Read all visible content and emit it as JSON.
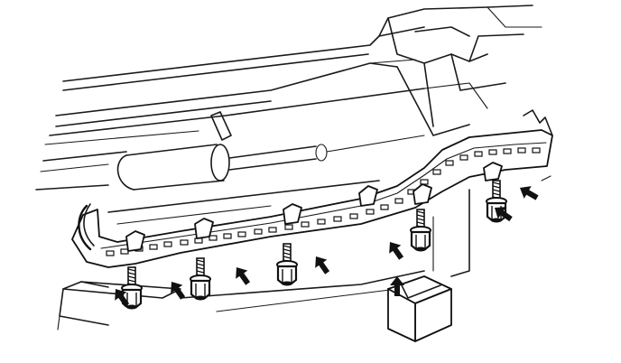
{
  "diagram": {
    "background": "#ffffff",
    "line_color": "#1a1a1a",
    "arrow_color": "#111111",
    "bolts": [
      {
        "name": "bolt-1",
        "icon": "hex-flange-bolt-icon"
      },
      {
        "name": "bolt-2",
        "icon": "hex-flange-bolt-icon"
      },
      {
        "name": "bolt-3",
        "icon": "hex-flange-bolt-icon"
      },
      {
        "name": "bolt-4",
        "icon": "hex-flange-bolt-icon"
      },
      {
        "name": "bolt-5",
        "icon": "hex-flange-bolt-icon"
      }
    ],
    "arrows": [
      {
        "name": "arrow-1",
        "icon": "pointer-arrow-icon"
      },
      {
        "name": "arrow-2",
        "icon": "pointer-arrow-icon"
      },
      {
        "name": "arrow-3",
        "icon": "pointer-arrow-icon"
      },
      {
        "name": "arrow-4",
        "icon": "pointer-arrow-icon"
      },
      {
        "name": "arrow-5",
        "icon": "pointer-arrow-icon"
      },
      {
        "name": "arrow-6",
        "icon": "pointer-arrow-icon"
      },
      {
        "name": "arrow-7",
        "icon": "pointer-arrow-icon"
      },
      {
        "name": "arrow-8",
        "icon": "pointer-arrow-icon"
      }
    ]
  }
}
